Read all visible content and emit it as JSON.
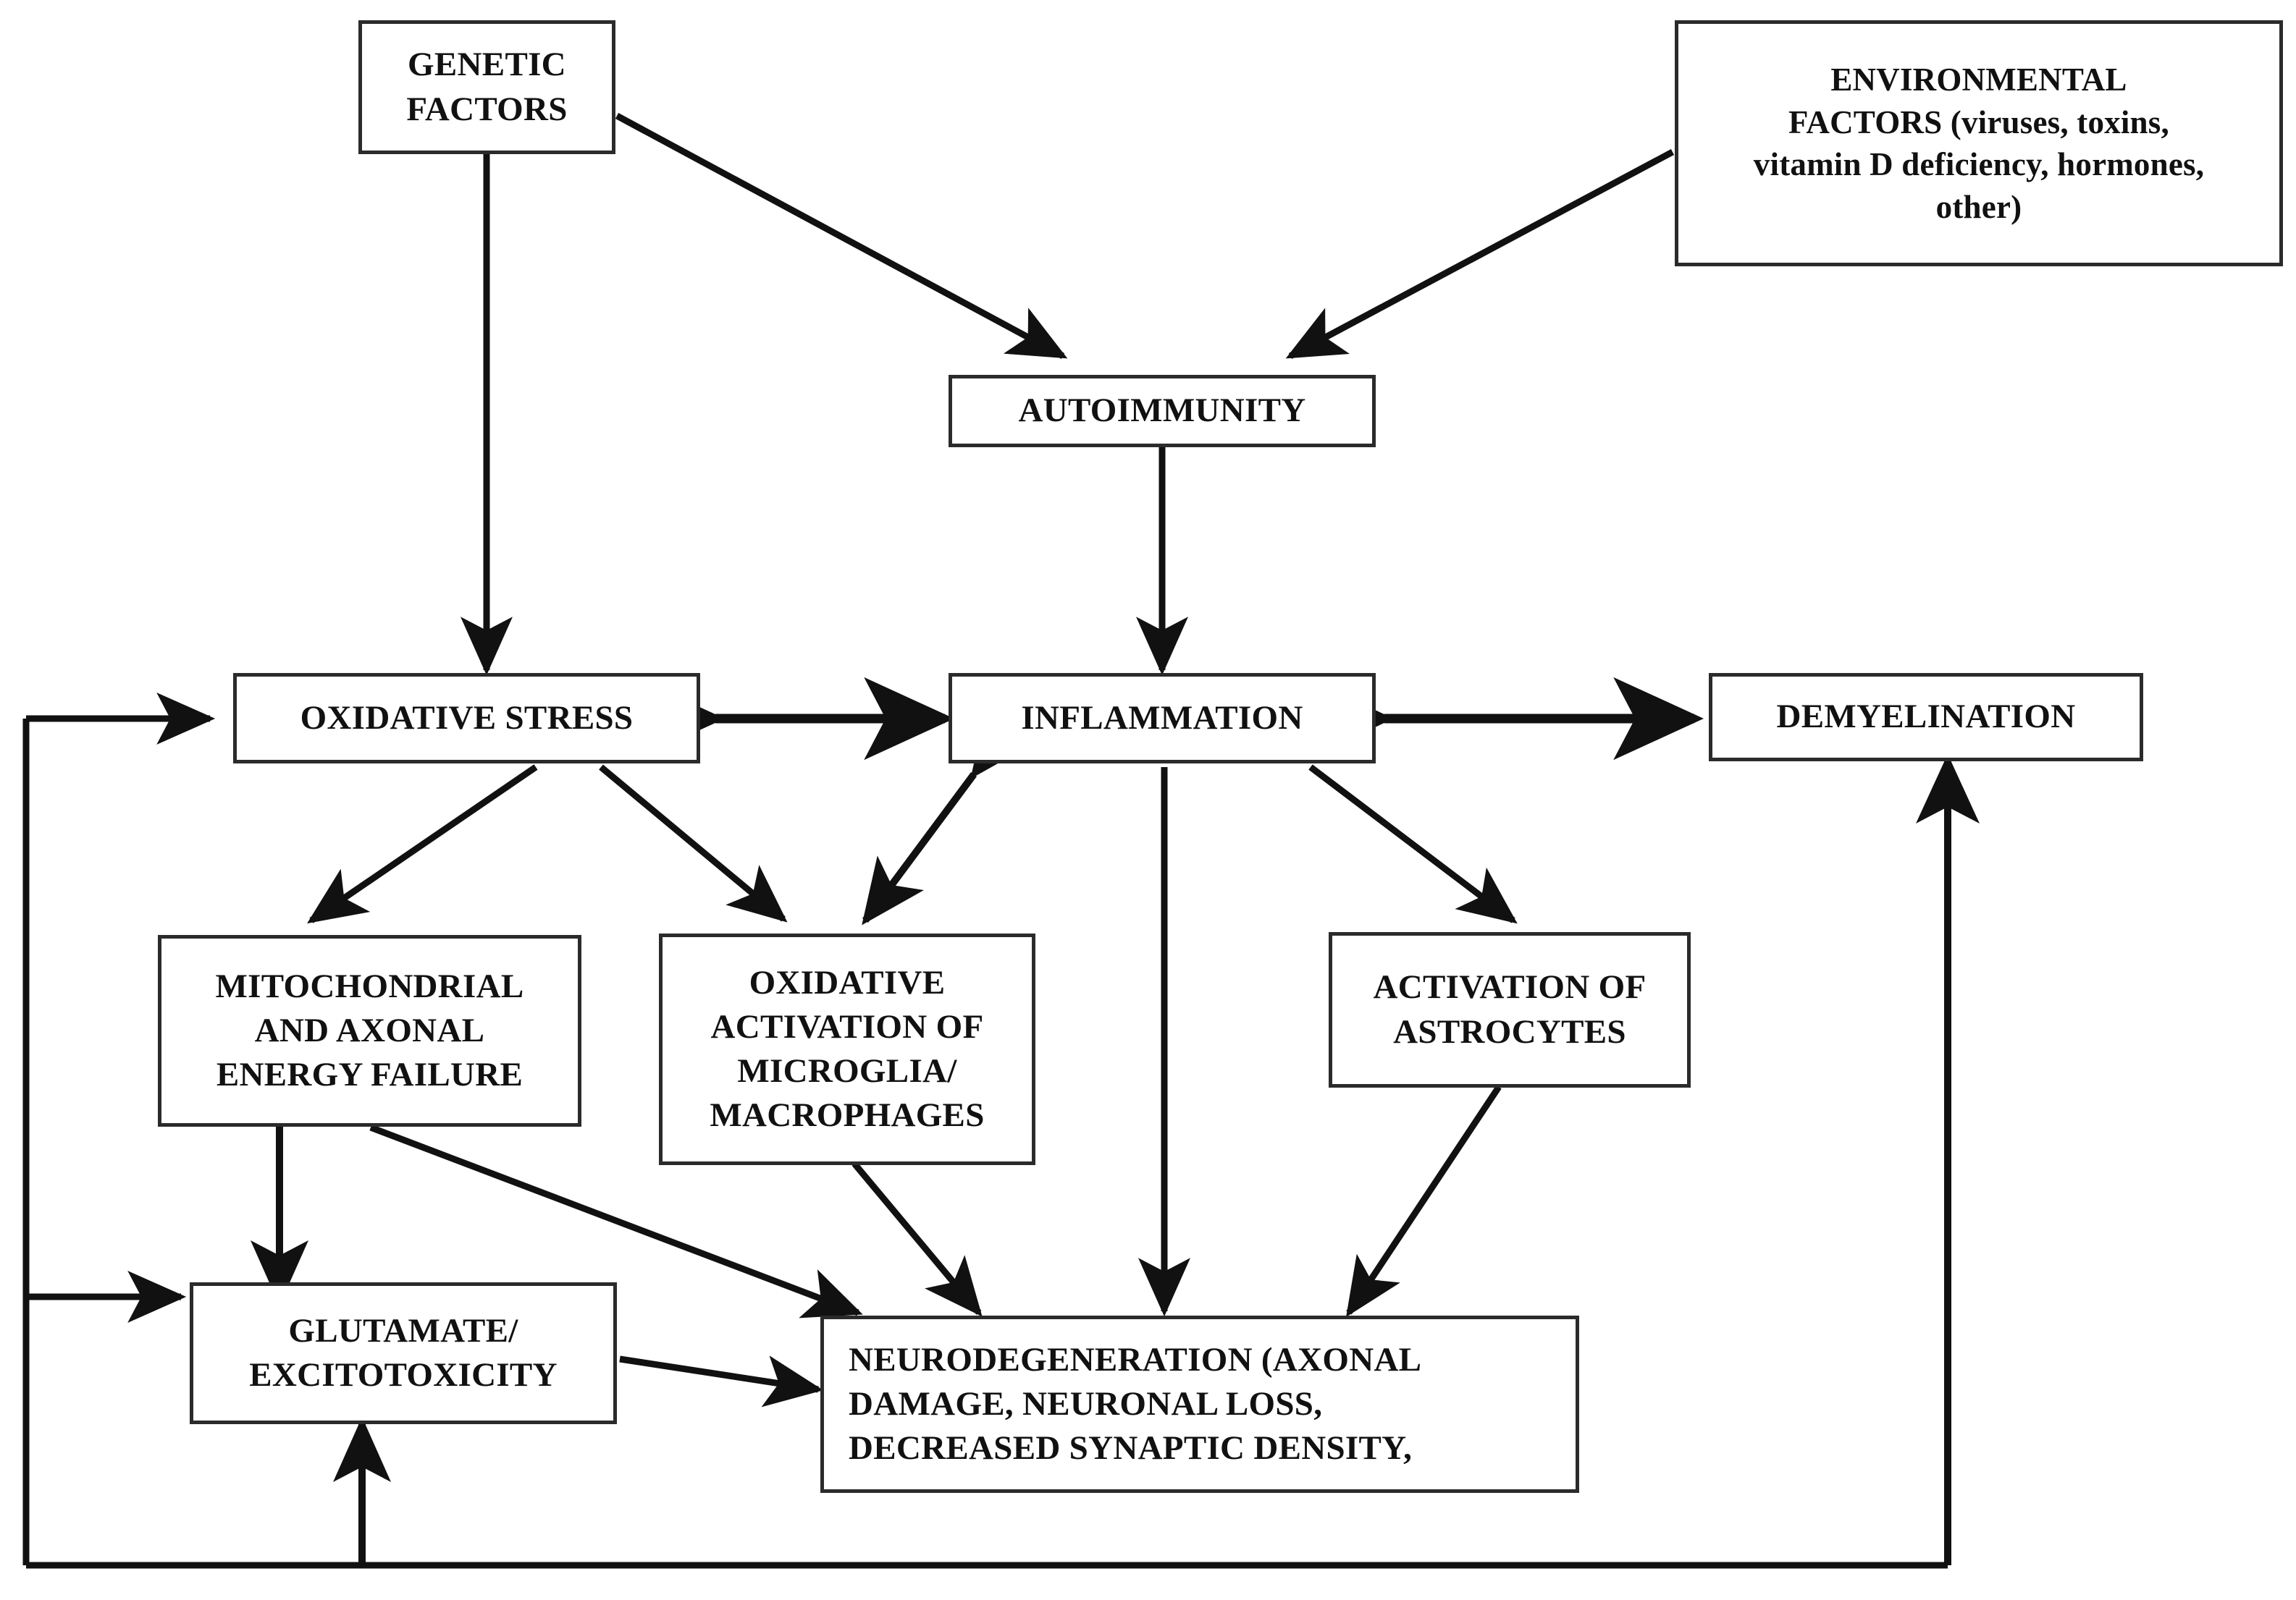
{
  "diagram": {
    "title": "Pathophysiology of multiple sclerosis flow diagram",
    "colors": {
      "box_border": "#2b2b2b",
      "box_fill": "#ffffff",
      "edge": "#111111",
      "text": "#111111"
    },
    "nodes": [
      {
        "id": "genetic",
        "label": "GENETIC\nFACTORS"
      },
      {
        "id": "environmental",
        "label": "ENVIRONMENTAL\nFACTORS (viruses, toxins,\nvitamin D deficiency, hormones,\nother)"
      },
      {
        "id": "autoimmunity",
        "label": "AUTOIMMUNITY"
      },
      {
        "id": "oxidative_stress",
        "label": "OXIDATIVE STRESS"
      },
      {
        "id": "inflammation",
        "label": "INFLAMMATION"
      },
      {
        "id": "demyelination",
        "label": "DEMYELINATION"
      },
      {
        "id": "mitochondrial",
        "label": "MITOCHONDRIAL\nAND AXONAL\nENERGY FAILURE"
      },
      {
        "id": "microglia",
        "label": "OXIDATIVE\nACTIVATION OF\nMICROGLIA/\nMACROPHAGES"
      },
      {
        "id": "astrocytes",
        "label": "ACTIVATION OF\nASTROCYTES"
      },
      {
        "id": "glutamate",
        "label": "GLUTAMATE/\nEXCITOTOXICITY"
      },
      {
        "id": "neurodegeneration",
        "label": "NEURODEGENERATION (AXONAL\nDAMAGE, NEURONAL LOSS,\nDECREASED SYNAPTIC DENSITY,"
      }
    ],
    "edges": [
      {
        "from": "genetic",
        "to": "autoimmunity",
        "style": "diagonal",
        "direction": "one-way"
      },
      {
        "from": "environmental",
        "to": "autoimmunity",
        "style": "diagonal",
        "direction": "one-way"
      },
      {
        "from": "genetic",
        "to": "oxidative_stress",
        "style": "vertical",
        "direction": "one-way"
      },
      {
        "from": "autoimmunity",
        "to": "inflammation",
        "style": "vertical",
        "direction": "one-way"
      },
      {
        "from": "oxidative_stress",
        "to": "inflammation",
        "style": "horizontal",
        "direction": "two-way"
      },
      {
        "from": "inflammation",
        "to": "demyelination",
        "style": "horizontal",
        "direction": "two-way"
      },
      {
        "from": "oxidative_stress",
        "to": "mitochondrial",
        "style": "diagonal",
        "direction": "one-way"
      },
      {
        "from": "oxidative_stress",
        "to": "microglia",
        "style": "diagonal",
        "direction": "one-way"
      },
      {
        "from": "inflammation",
        "to": "microglia",
        "style": "diagonal",
        "direction": "two-way"
      },
      {
        "from": "inflammation",
        "to": "astrocytes",
        "style": "diagonal",
        "direction": "one-way"
      },
      {
        "from": "inflammation",
        "to": "neurodegeneration",
        "style": "vertical",
        "direction": "one-way"
      },
      {
        "from": "mitochondrial",
        "to": "glutamate",
        "style": "vertical",
        "direction": "one-way"
      },
      {
        "from": "mitochondrial",
        "to": "neurodegeneration",
        "style": "diagonal",
        "direction": "one-way"
      },
      {
        "from": "microglia",
        "to": "neurodegeneration",
        "style": "vertical",
        "direction": "one-way"
      },
      {
        "from": "astrocytes",
        "to": "neurodegeneration",
        "style": "diagonal",
        "direction": "one-way"
      },
      {
        "from": "glutamate",
        "to": "neurodegeneration",
        "style": "diagonal",
        "direction": "one-way"
      },
      {
        "from": "neurodegeneration",
        "to": "oxidative_stress",
        "style": "feedback-left",
        "direction": "one-way"
      },
      {
        "from": "neurodegeneration",
        "to": "glutamate",
        "style": "feedback-left",
        "direction": "one-way"
      },
      {
        "from": "neurodegeneration",
        "to": "glutamate",
        "style": "feedback-bottom",
        "direction": "one-way"
      },
      {
        "from": "neurodegeneration",
        "to": "demyelination",
        "style": "feedback-right",
        "direction": "one-way"
      }
    ]
  }
}
